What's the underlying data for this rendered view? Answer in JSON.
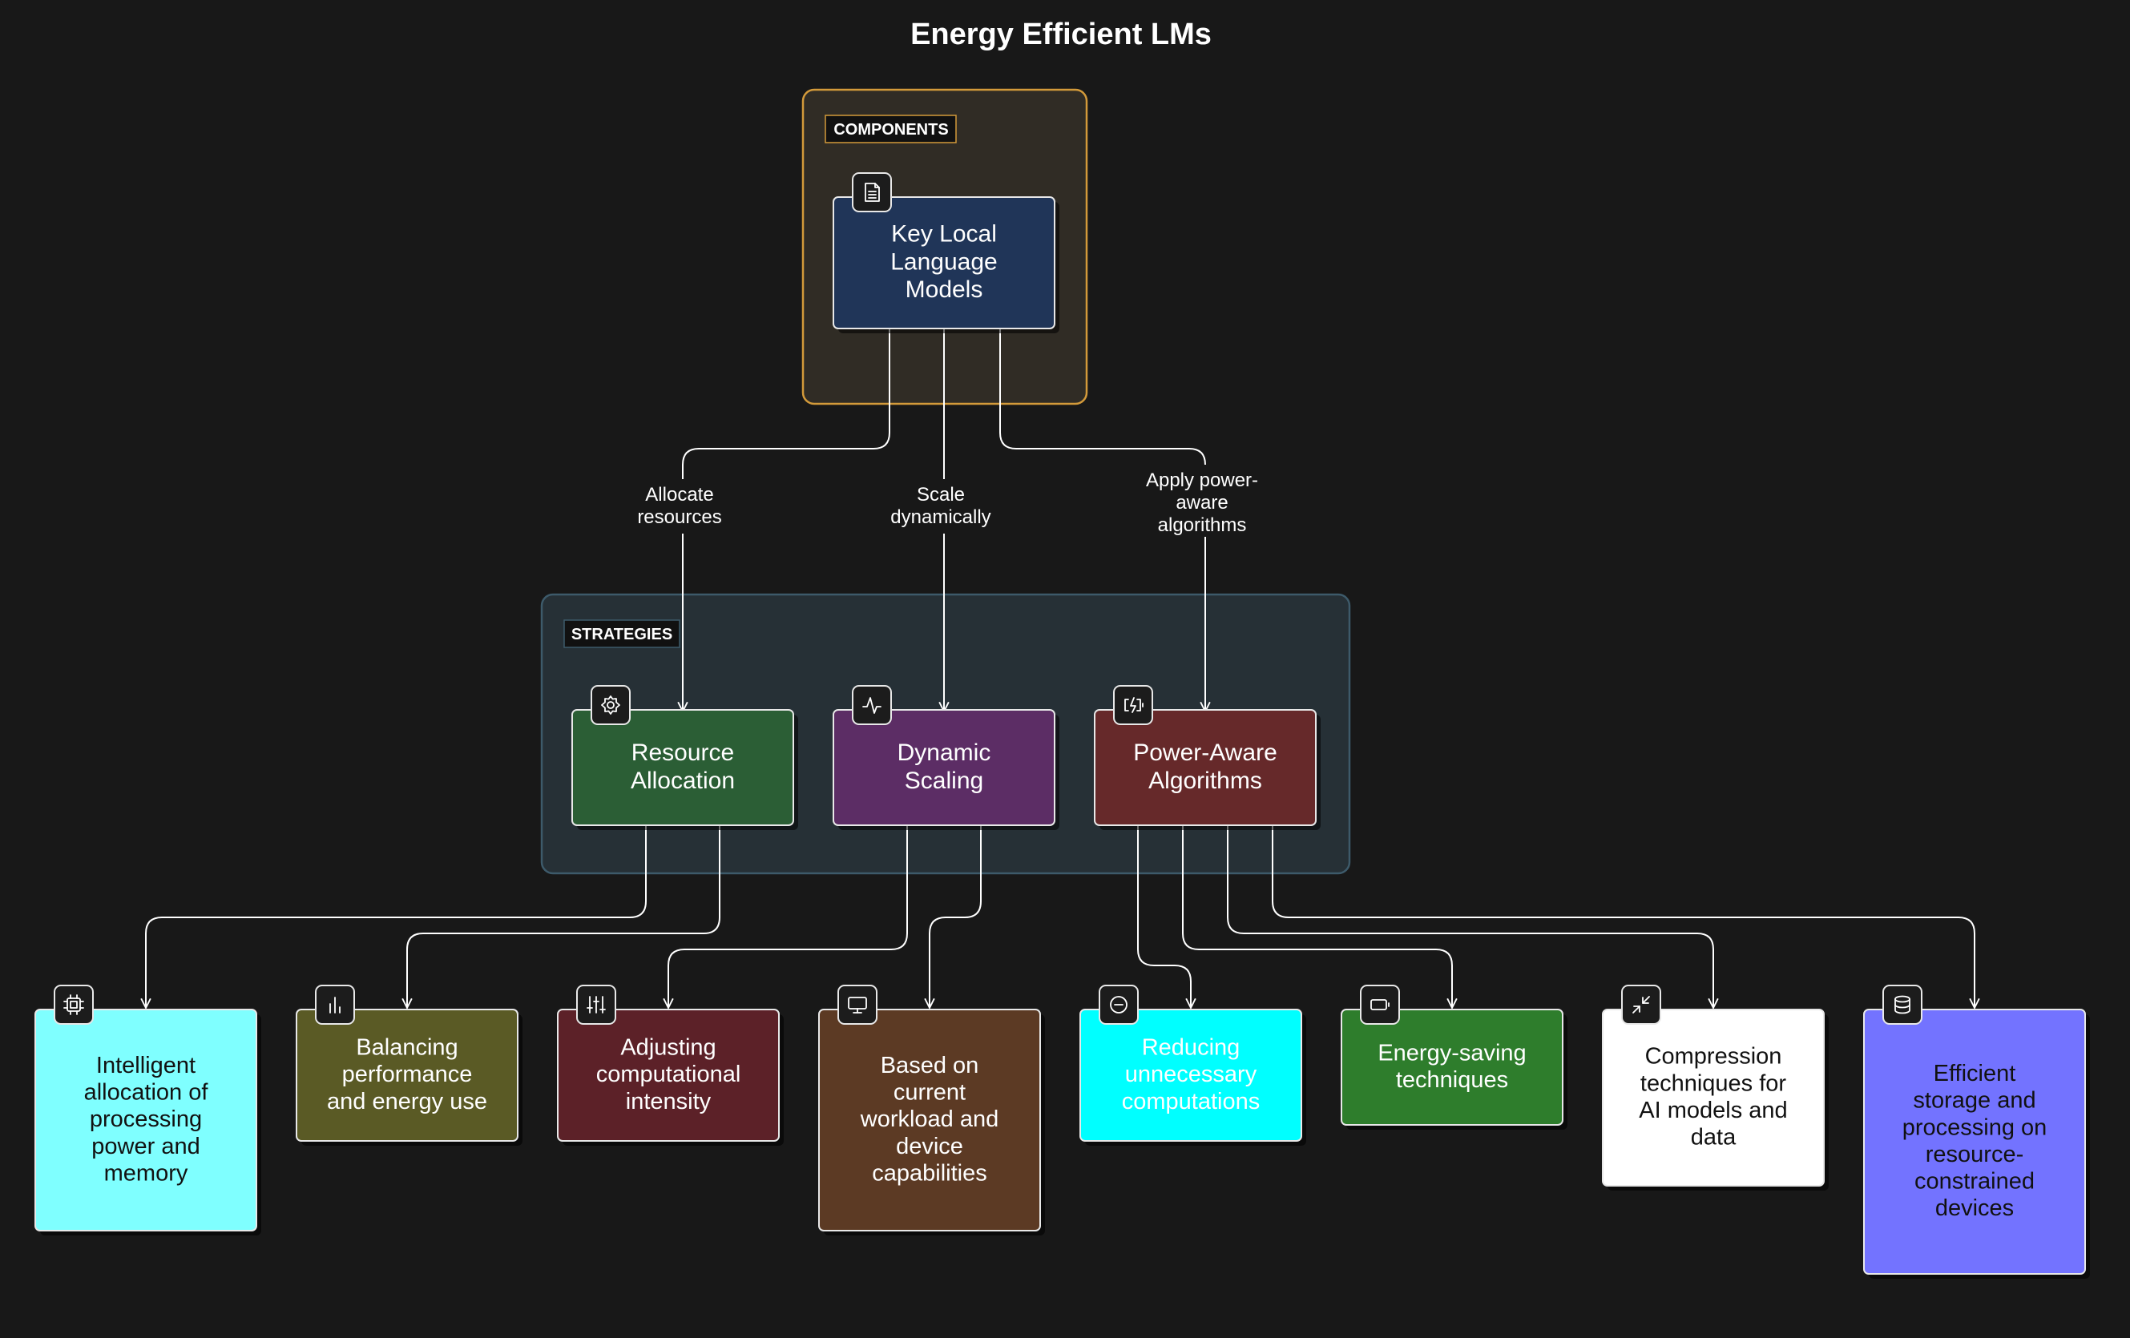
{
  "title": "Energy Efficient LMs",
  "groups": {
    "components": {
      "label": "COMPONENTS"
    },
    "strategies": {
      "label": "STRATEGIES"
    }
  },
  "nodes": {
    "key_models": {
      "lines": [
        "Key Local",
        "Language",
        "Models"
      ],
      "color": "#203558",
      "text_color": "#ffffff",
      "icon": "document-icon"
    },
    "resource_alloc": {
      "lines": [
        "Resource",
        "Allocation"
      ],
      "color": "#2b5e35",
      "text_color": "#ffffff",
      "icon": "gear-icon"
    },
    "dynamic_scaling": {
      "lines": [
        "Dynamic",
        "Scaling"
      ],
      "color": "#5c2d65",
      "text_color": "#ffffff",
      "icon": "activity-icon"
    },
    "power_aware": {
      "lines": [
        "Power-Aware",
        "Algorithms"
      ],
      "color": "#66292a",
      "text_color": "#ffffff",
      "icon": "battery-charging-icon"
    },
    "intelligent": {
      "lines": [
        "Intelligent",
        "allocation of",
        "processing",
        "power and",
        "memory"
      ],
      "color": "#7fffff",
      "text_color": "#111111",
      "icon": "cpu-icon"
    },
    "balancing": {
      "lines": [
        "Balancing",
        "performance",
        "and energy use"
      ],
      "color": "#5a5a25",
      "text_color": "#ffffff",
      "icon": "bar-chart-icon"
    },
    "adjusting": {
      "lines": [
        "Adjusting",
        "computational",
        "intensity"
      ],
      "color": "#5c2128",
      "text_color": "#ffffff",
      "icon": "sliders-icon"
    },
    "based_on": {
      "lines": [
        "Based on",
        "current",
        "workload and",
        "device",
        "capabilities"
      ],
      "color": "#5c3a24",
      "text_color": "#ffffff",
      "icon": "monitor-icon"
    },
    "reducing": {
      "lines": [
        "Reducing",
        "unnecessary",
        "computations"
      ],
      "color": "#00ffff",
      "text_color": "#ffffff",
      "icon": "minus-circle-icon"
    },
    "energy_saving": {
      "lines": [
        "Energy-saving",
        "techniques"
      ],
      "color": "#2e7d2c",
      "text_color": "#ffffff",
      "icon": "battery-icon"
    },
    "compression": {
      "lines": [
        "Compression",
        "techniques for",
        "AI models and",
        "data"
      ],
      "color": "#ffffff",
      "text_color": "#111111",
      "icon": "minimize-icon"
    },
    "efficient": {
      "lines": [
        "Efficient",
        "storage and",
        "processing on",
        "resource-",
        "constrained",
        "devices"
      ],
      "color": "#7373ff",
      "text_color": "#111111",
      "icon": "database-icon"
    }
  },
  "edge_labels": {
    "allocate": [
      "Allocate",
      "resources"
    ],
    "scale": [
      "Scale",
      "dynamically"
    ],
    "apply": [
      "Apply power-",
      "aware",
      "algorithms"
    ]
  },
  "colors": {
    "background": "#181818",
    "components_border": "#d39a3a",
    "components_fill": "#302c25",
    "strategies_border": "#3d5a6a",
    "strategies_fill": "#263036",
    "edge": "#ffffff"
  }
}
